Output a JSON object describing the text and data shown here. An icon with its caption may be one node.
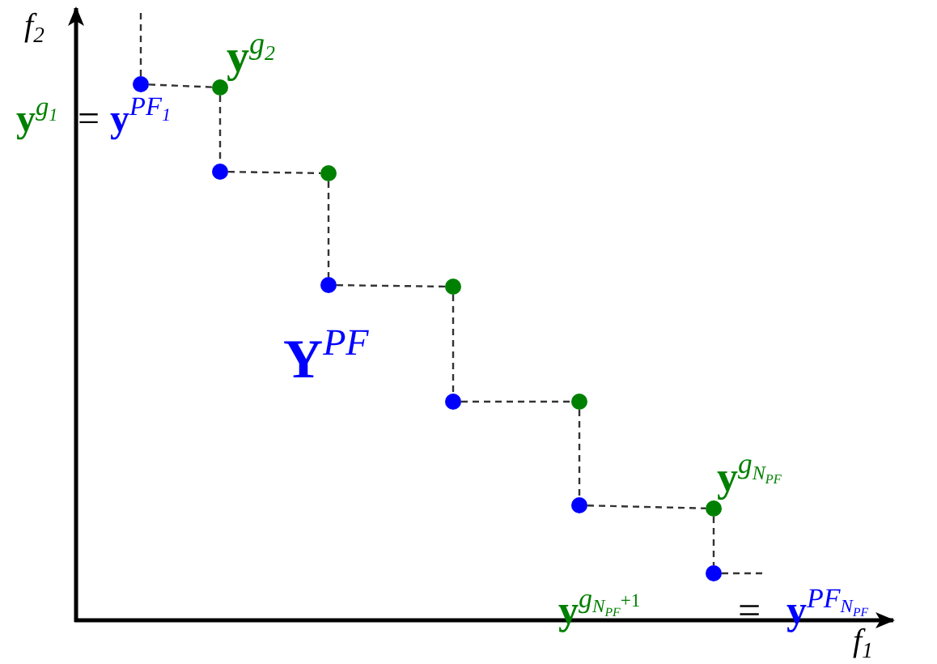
{
  "diagram": {
    "nodes": [
      {
        "text": [],
        "shape": "circle"
      },
      {
        "text": [],
        "shape": "circle"
      },
      {
        "text": [],
        "shape": "circle"
      },
      {
        "text": [],
        "shape": "circle"
      },
      {
        "text": [],
        "shape": "circle"
      },
      {
        "text": [],
        "shape": "circle"
      },
      {
        "text": [],
        "shape": "circle"
      },
      {
        "text": [],
        "shape": "circle"
      },
      {
        "text": [],
        "shape": "circle"
      },
      {
        "text": [],
        "shape": "circle"
      },
      {
        "text": [],
        "shape": "circle"
      }
    ],
    "edges": [
      {
        "from": null,
        "to": 0,
        "arrow": "none",
        "style": "dashed"
      },
      {
        "from": 0,
        "to": 1,
        "arrow": "none",
        "style": "dashed"
      },
      {
        "from": 1,
        "to": 2,
        "arrow": "none",
        "style": "dashed"
      },
      {
        "from": 2,
        "to": 3,
        "arrow": "none",
        "style": "dashed"
      },
      {
        "from": 3,
        "to": 4,
        "arrow": "none",
        "style": "dashed"
      },
      {
        "from": 4,
        "to": 5,
        "arrow": "none",
        "style": "dashed"
      },
      {
        "from": 5,
        "to": 6,
        "arrow": "none",
        "style": "dashed"
      },
      {
        "from": 6,
        "to": 7,
        "arrow": "none",
        "style": "dashed"
      },
      {
        "from": 7,
        "to": 8,
        "arrow": "none",
        "style": "dashed"
      },
      {
        "from": 8,
        "to": 9,
        "arrow": "none",
        "style": "dashed"
      },
      {
        "from": 9,
        "to": 10,
        "arrow": "none",
        "style": "dashed"
      },
      {
        "from": 10,
        "to": null,
        "arrow": "none",
        "style": "dashed"
      }
    ],
    "labels": [
      "f$_{2}$",
      "**y**$^{g}$$_{2}$",
      "**y**$^{g}$$_{1}$",
      "=",
      "**y**$^{PF}$$_{1}$",
      "**Y**$^{PF}$",
      "**y**$^{g}$$_{N}$$_{PF}$",
      "**y**$^{g}$$_{N}$$_{PF}$$^{+1}$",
      "=",
      "**y**$^{PF}$$_{N}$$_{PF}$",
      "f$_{1}$"
    ]
  }
}
